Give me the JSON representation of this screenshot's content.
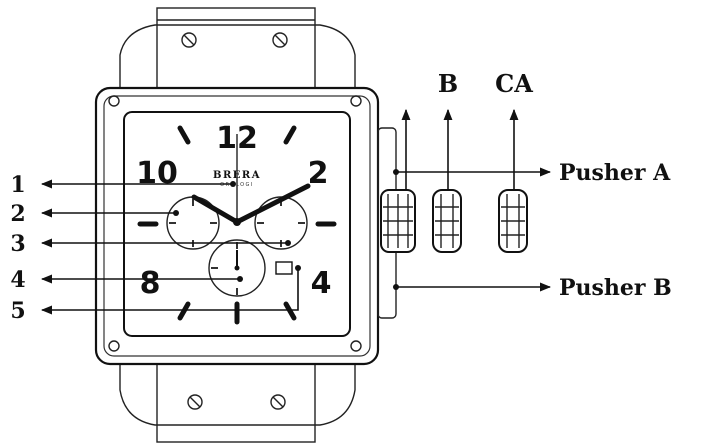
{
  "brand": "BRERA",
  "brand_sub": "OROLOGI",
  "dial_numerals": [
    "12",
    "2",
    "4",
    "8",
    "10"
  ],
  "callouts": [
    "1",
    "2",
    "3",
    "4",
    "5"
  ],
  "crown_positions": [
    "B",
    "CA"
  ],
  "pushers": [
    "Pusher A",
    "Pusher B"
  ]
}
